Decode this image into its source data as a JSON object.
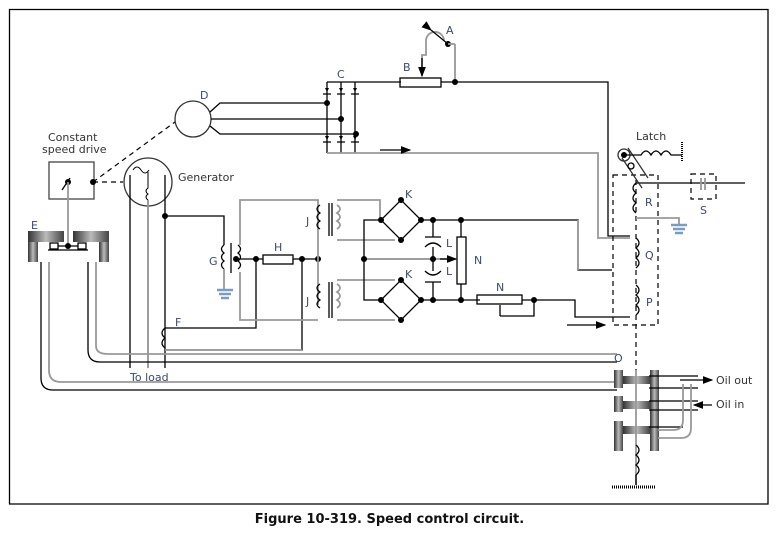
{
  "caption": "Figure 10-319. Speed control circuit.",
  "labels": {
    "A": "A",
    "B": "B",
    "C": "C",
    "D": "D",
    "E": "E",
    "F": "F",
    "G": "G",
    "H": "H",
    "J1": "J",
    "J2": "J",
    "K1": "K",
    "K2": "K",
    "L1": "L",
    "L2": "L",
    "N1": "N",
    "N2": "N",
    "O": "O",
    "P": "P",
    "Q": "Q",
    "R": "R",
    "S": "S"
  },
  "text": {
    "constant_speed_drive_line1": "Constant",
    "constant_speed_drive_line2": "speed drive",
    "generator": "Generator",
    "latch": "Latch",
    "to_load": "To load",
    "oil_out": "Oil out",
    "oil_in": "Oil in"
  },
  "colors": {
    "label": "#3c4a6e",
    "ground": "#7a9cc0",
    "wire_gray": "#999999",
    "wire_black": "#000000"
  }
}
